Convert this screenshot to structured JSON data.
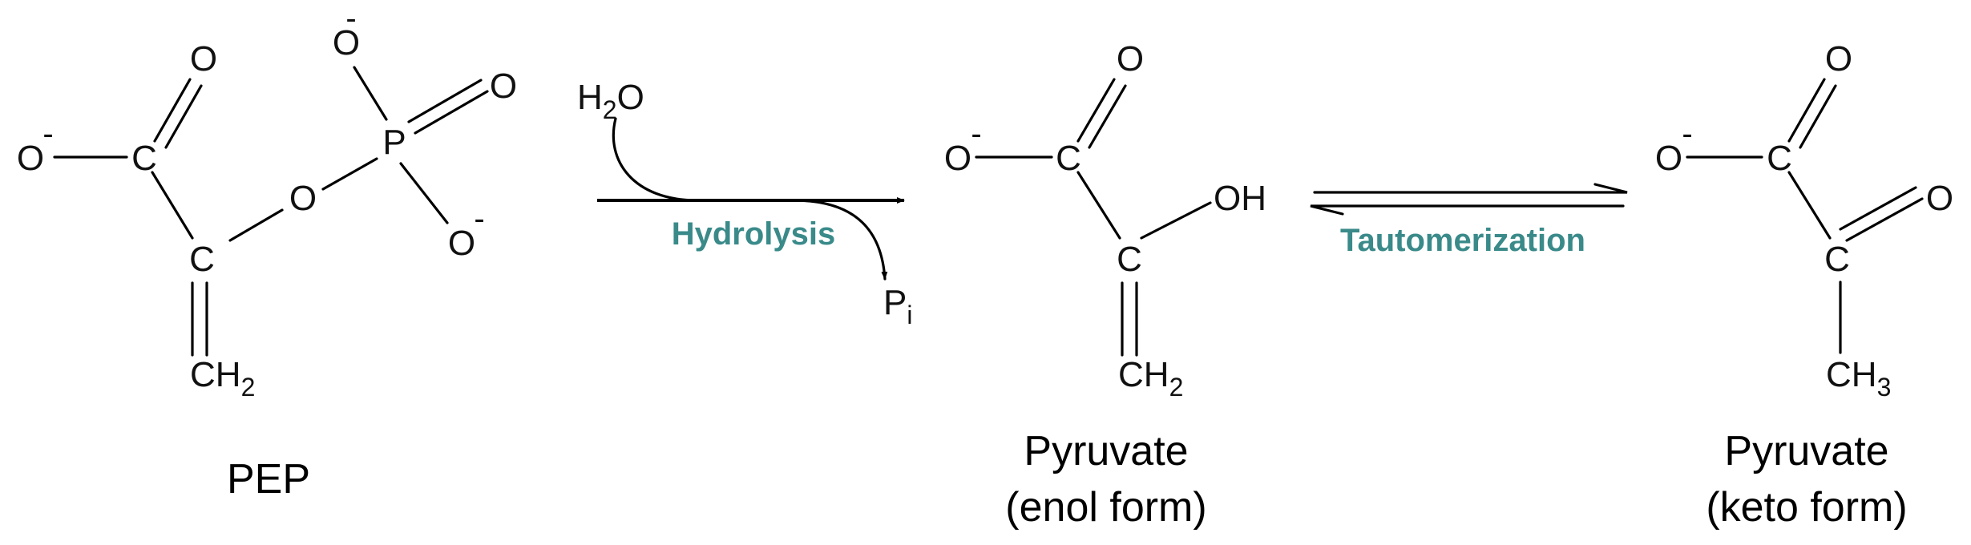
{
  "colors": {
    "process_label": "#3a8a8a",
    "line": "#000000"
  },
  "molecules": {
    "pep": {
      "name": "PEP",
      "atoms": {
        "o_minus": "O",
        "c_carboxyl": "C",
        "o_carbonyl": "O",
        "c_alpha": "C",
        "ch2": "CH",
        "ch2_sub": "2",
        "o_bridge": "O",
        "p": "P",
        "o_top": "O",
        "o_right": "O",
        "o_bottom": "O"
      },
      "charges": {
        "o_minus": "-",
        "o_top": "-",
        "o_bottom": "-"
      }
    },
    "enol": {
      "name_line1": "Pyruvate",
      "name_line2": "(enol form)",
      "atoms": {
        "o_minus": "O",
        "c_carboxyl": "C",
        "o_carbonyl": "O",
        "c_alpha": "C",
        "oh": "OH",
        "ch2": "CH",
        "ch2_sub": "2"
      },
      "charges": {
        "o_minus": "-"
      }
    },
    "keto": {
      "name_line1": "Pyruvate",
      "name_line2": "(keto form)",
      "atoms": {
        "o_minus": "O",
        "c_carboxyl": "C",
        "o_carbonyl": "O",
        "c_alpha": "C",
        "o_ketone": "O",
        "ch3": "CH",
        "ch3_sub": "3"
      },
      "charges": {
        "o_minus": "-"
      }
    }
  },
  "reactions": {
    "hydrolysis": {
      "label": "Hydrolysis",
      "reactant": "H",
      "reactant_sub": "2",
      "reactant_tail": "O",
      "product": "P",
      "product_sub": "i"
    },
    "tautomerization": {
      "label": "Tautomerization"
    }
  }
}
